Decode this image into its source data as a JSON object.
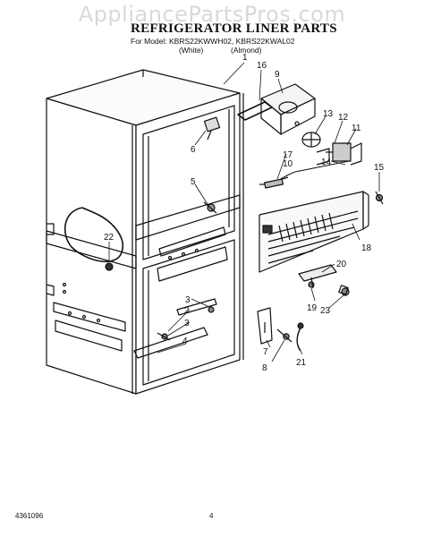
{
  "watermark": "AppliancePartsPros.com",
  "header": {
    "title": "REFRIGERATOR LINER PARTS",
    "model_line": "For Model: KBRS22KWWH02, KBRS22KWAL02",
    "color_white": "(White)",
    "color_almond": "(Almond)"
  },
  "callouts": [
    "1",
    "16",
    "9",
    "13",
    "12",
    "11",
    "6",
    "17",
    "10",
    "14",
    "15",
    "5",
    "18",
    "22",
    "20",
    "3",
    "2",
    "3",
    "4",
    "19",
    "23",
    "7",
    "8",
    "21"
  ],
  "footer": {
    "doc_number": "4361096",
    "page_number": "4"
  },
  "colors": {
    "ink": "#111111",
    "watermark": "#d9d9d9",
    "background": "#ffffff"
  }
}
